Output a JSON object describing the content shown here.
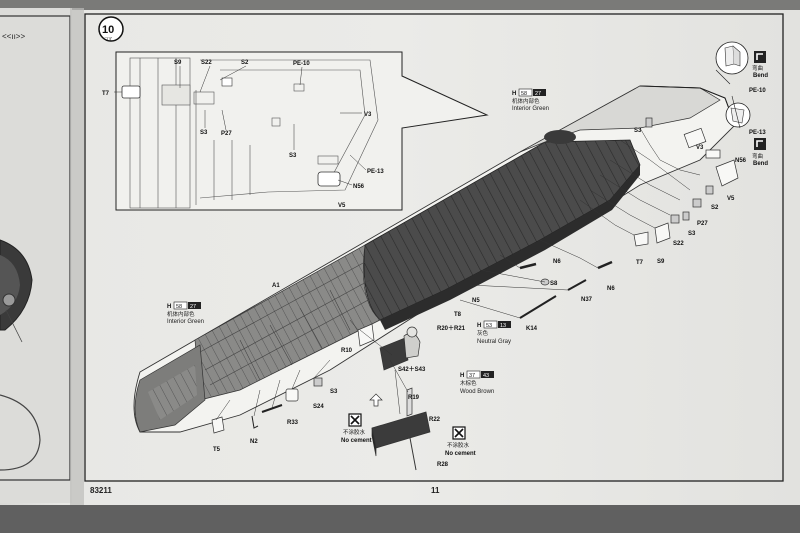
{
  "page": {
    "step_number": "10",
    "step_sub": "コマ",
    "page_number": "11",
    "product_code": "83211",
    "left_page_fragment": "<<ıı>>"
  },
  "inset": {
    "labels": [
      "S9",
      "S22",
      "S2",
      "PE-10",
      "T7",
      "V3",
      "S3",
      "P27",
      "S3",
      "PE-13",
      "N56",
      "V5"
    ]
  },
  "paint_callouts": [
    {
      "code_prefix": "H",
      "code": "58",
      "code2": "27",
      "cn": "机体内部色",
      "name": "Interior Green"
    },
    {
      "code_prefix": "H",
      "code": "58",
      "code2": "27",
      "cn": "机体内部色",
      "name": "Interior Green"
    },
    {
      "code_prefix": "H",
      "code": "53",
      "code2": "13",
      "cn": "灰色",
      "name": "Neutral Gray"
    },
    {
      "code_prefix": "H",
      "code": "37",
      "code2": "43",
      "cn": "木棕色",
      "name": "Wood Brown"
    }
  ],
  "legend": [
    {
      "cn": "弯曲",
      "en": "Bend",
      "part": "PE-10"
    },
    {
      "cn": "弯曲",
      "en": "Bend",
      "part": "PE-13"
    }
  ],
  "no_cement": {
    "cn": "不涂胶水",
    "en": "No cement"
  },
  "part_labels": {
    "A1": "A1",
    "S3": "S3",
    "V3": "V3",
    "N56": "N56",
    "S2": "S2",
    "V5": "V5",
    "P27": "P27",
    "S22": "S22",
    "S9": "S9",
    "T7": "T7",
    "N6a": "N6",
    "N6b": "N6",
    "S8": "S8",
    "N37": "N37",
    "N5": "N5",
    "T8": "T8",
    "K14": "K14",
    "R20R21": "R20＋R21",
    "R10": "R10",
    "S42S43": "S42＋S43",
    "S3b": "S3",
    "S24": "S24",
    "R33": "R33",
    "N2": "N2",
    "T5": "T5",
    "R19": "R19",
    "R22": "R22",
    "R28": "R28"
  }
}
